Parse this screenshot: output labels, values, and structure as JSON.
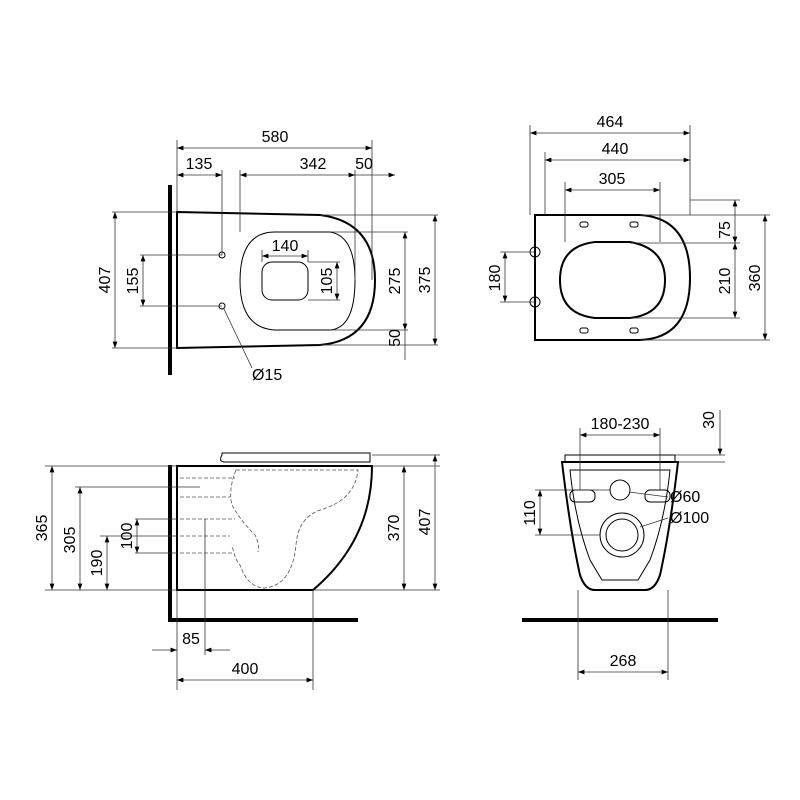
{
  "top_view": {
    "overall_length": "580",
    "wall_to_holes": "135",
    "bowl_opening": "342",
    "rim_offset": "50",
    "overall_width": "407",
    "hole_spacing": "155",
    "outlet_width": "140",
    "outlet_depth": "105",
    "opening_width": "275",
    "bowl_width": "375",
    "rim_front": "50",
    "hole_diameter": "Ø15"
  },
  "seat_view": {
    "seat_length": "464",
    "seat_inner": "440",
    "opening_length": "305",
    "hinge_offset": "75",
    "opening_width": "210",
    "seat_width": "360",
    "hinge_spacing": "180"
  },
  "side_view": {
    "height_total": "365",
    "height_upper_bolt": "305",
    "height_outlet": "190",
    "outlet_spacing": "100",
    "body_height": "370",
    "height_with_seat": "407",
    "outlet_offset": "85",
    "projection": "400"
  },
  "rear_view": {
    "bolt_range": "180-230",
    "seat_thickness": "30",
    "inlet_height": "110",
    "inlet_diameter": "Ø60",
    "outlet_diameter": "Ø100",
    "base_width": "268"
  }
}
